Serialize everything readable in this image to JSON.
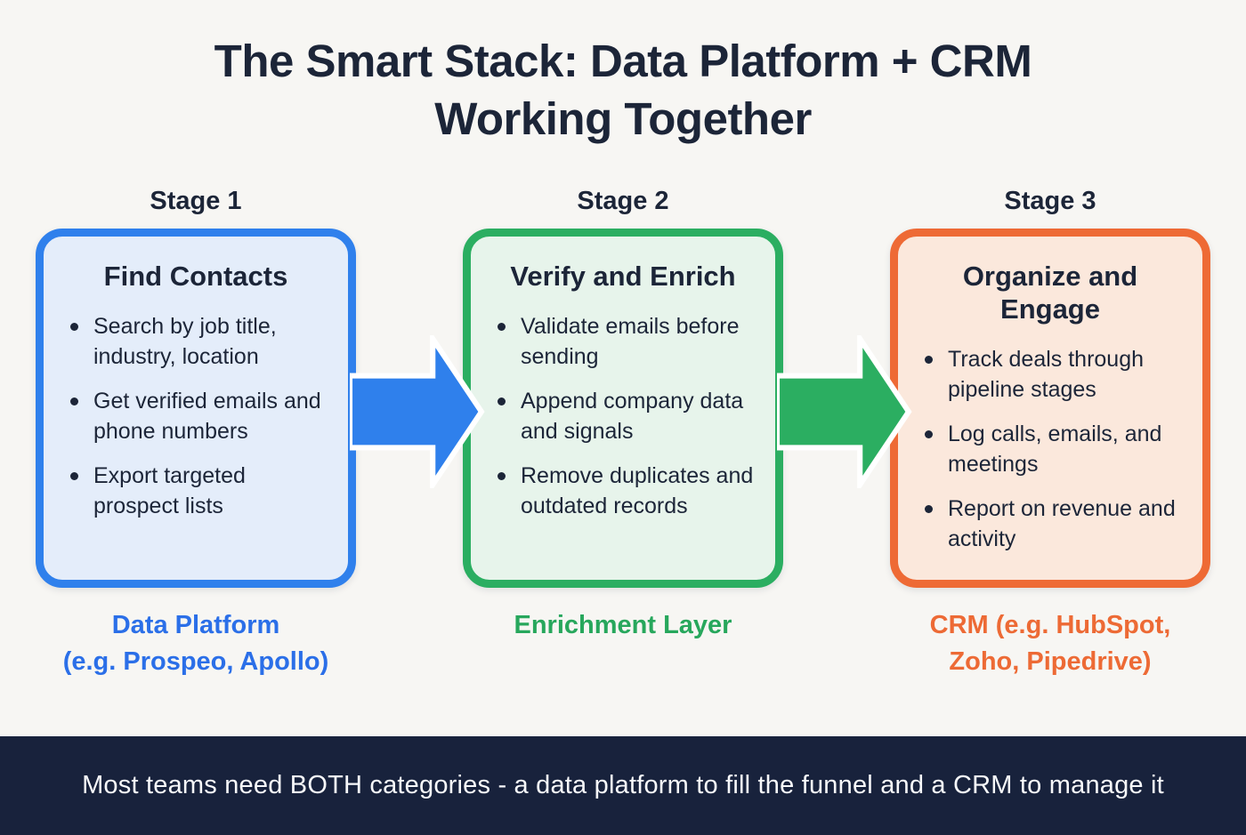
{
  "page": {
    "background": "#F7F6F3",
    "text_color": "#1C2538"
  },
  "title": "The Smart Stack: Data Platform + CRM Working Together",
  "stages": [
    {
      "label": "Stage 1",
      "box_title": "Find Contacts",
      "bullets": [
        "Search by job title, industry, location",
        "Get verified emails and phone numbers",
        "Export targeted prospect lists"
      ],
      "caption_lines": [
        "Data Platform",
        "(e.g. Prospeo, Apollo)"
      ],
      "border_color": "#2F80EC",
      "fill_color": "#E4EDFA",
      "caption_color": "#2B6FE8"
    },
    {
      "label": "Stage 2",
      "box_title": "Verify and Enrich",
      "bullets": [
        "Validate emails before sending",
        "Append company data and signals",
        "Remove duplicates and outdated records"
      ],
      "caption_lines": [
        "Enrichment Layer"
      ],
      "border_color": "#2BAE61",
      "fill_color": "#E7F4EB",
      "caption_color": "#27A75C"
    },
    {
      "label": "Stage 3",
      "box_title": "Organize and Engage",
      "bullets": [
        "Track deals through pipeline stages",
        "Log calls, emails, and meetings",
        "Report on revenue and activity"
      ],
      "caption_lines": [
        "CRM (e.g. HubSpot,",
        "Zoho, Pipedrive)"
      ],
      "border_color": "#EE6A35",
      "fill_color": "#FBE8DC",
      "caption_color": "#ED6A35"
    }
  ],
  "arrows": [
    {
      "name": "stage1-to-stage2",
      "color": "#2F80EC"
    },
    {
      "name": "stage2-to-stage3",
      "color": "#2BAE61"
    }
  ],
  "footer": {
    "text": "Most teams need BOTH categories - a data platform to fill the funnel and a CRM to manage it",
    "background": "#18223C",
    "text_color": "#F7F8FA"
  }
}
